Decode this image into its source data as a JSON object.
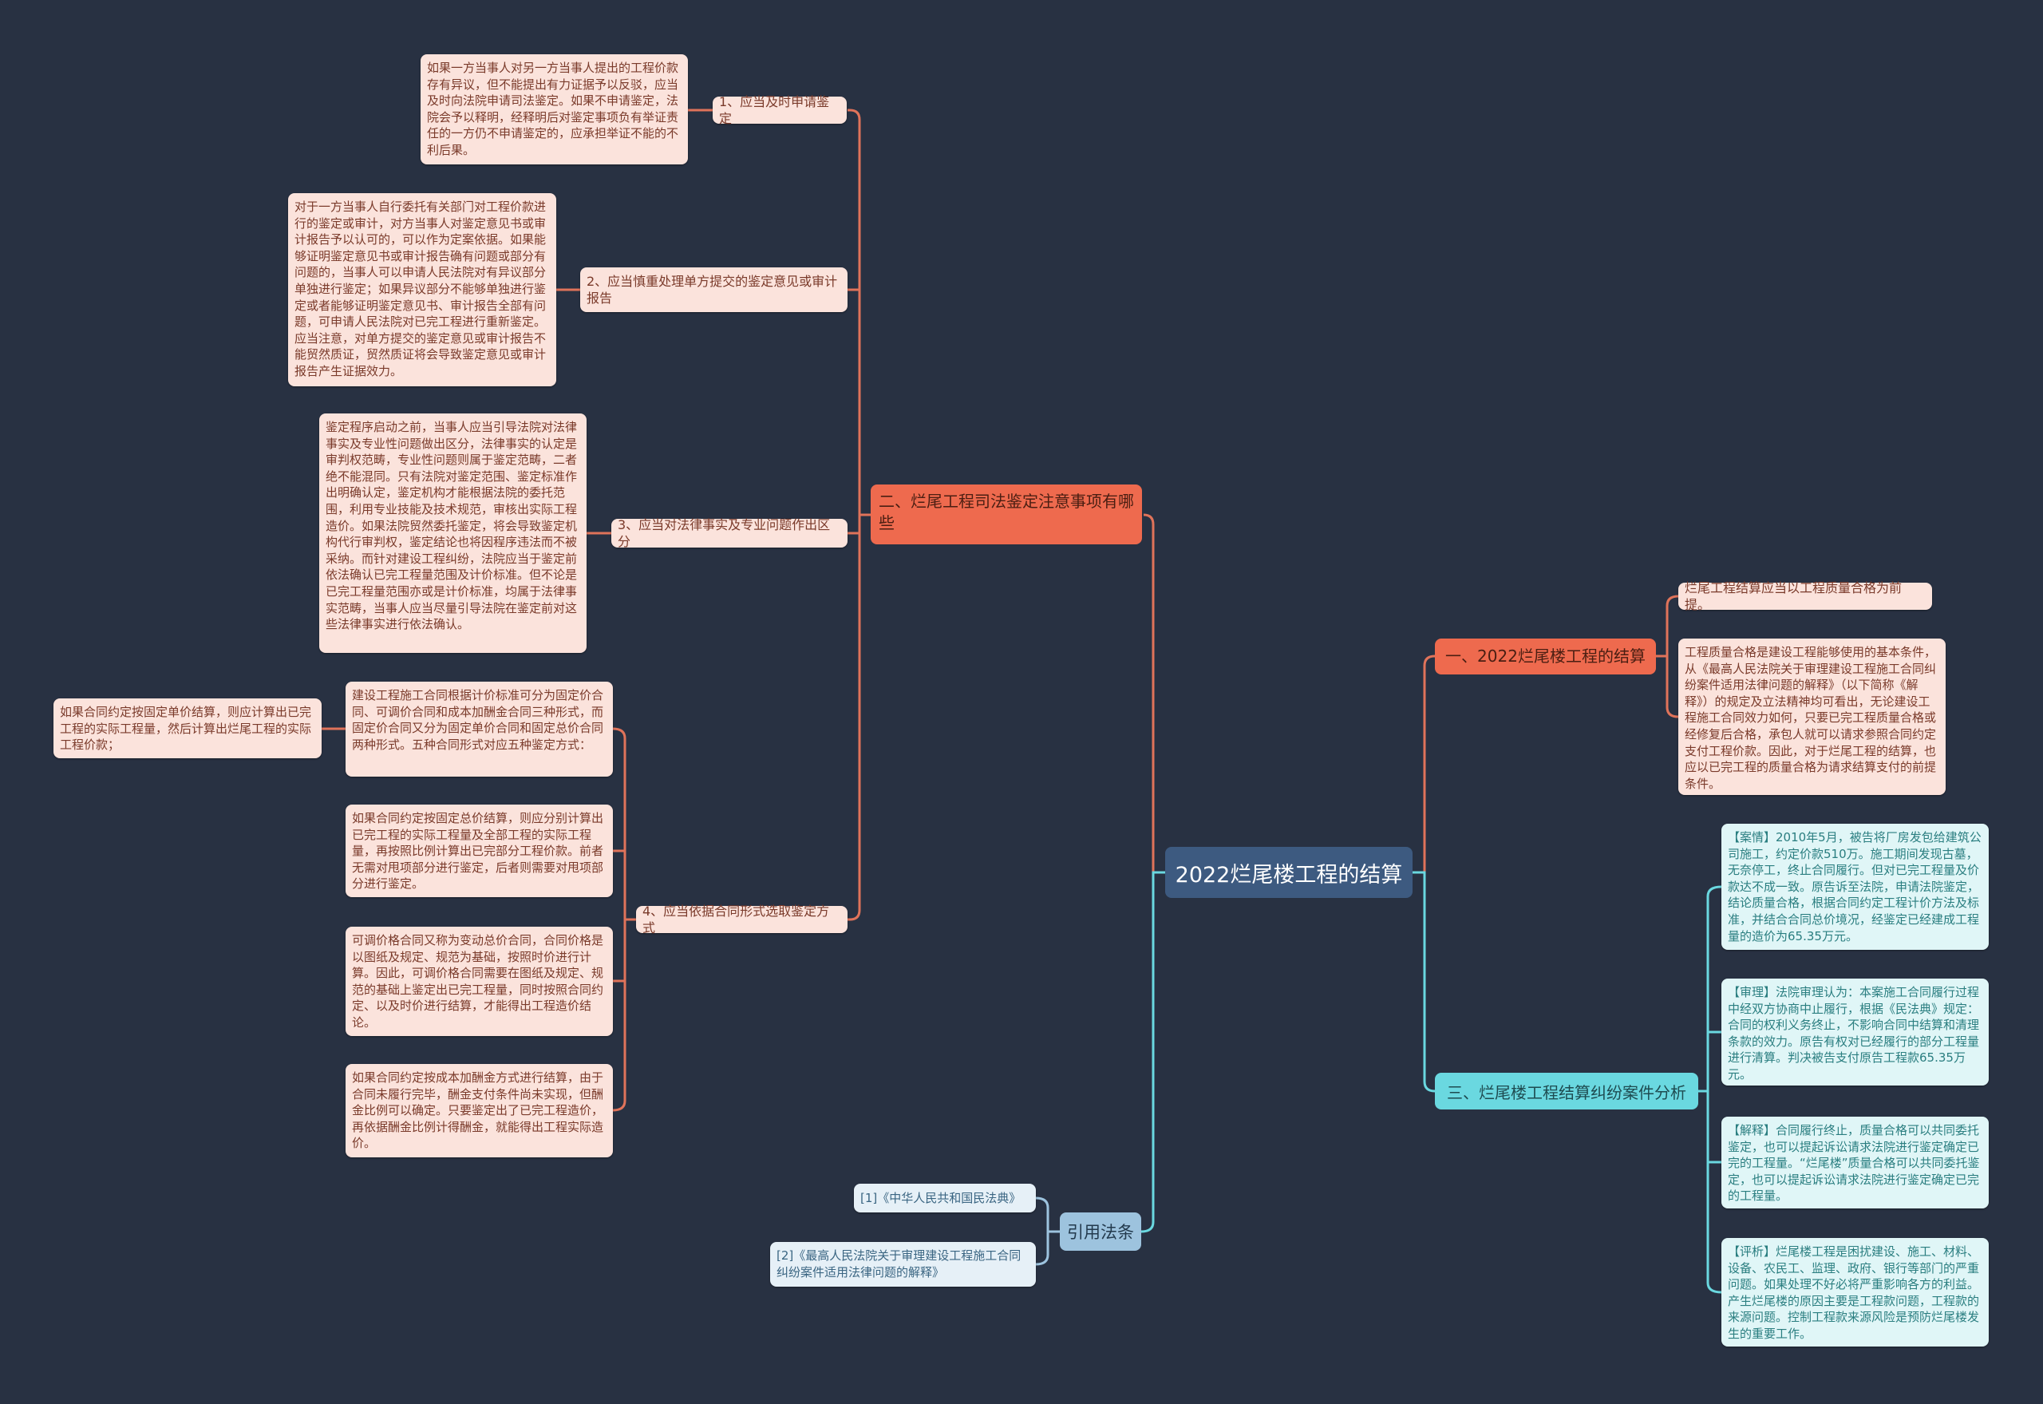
{
  "root": {
    "title": "2022烂尾楼工程的结算"
  },
  "branch_judicial": {
    "title": "二、烂尾工程司法鉴定注意事项有哪些",
    "items": [
      {
        "label": "1、应当及时申请鉴定",
        "detail": "如果一方当事人对另一方当事人提出的工程价款存有异议，但不能提出有力证据予以反驳，应当及时向法院申请司法鉴定。如果不申请鉴定，法院会予以释明，经释明后对鉴定事项负有举证责任的一方仍不申请鉴定的，应承担举证不能的不利后果。"
      },
      {
        "label": "2、应当慎重处理单方提交的鉴定意见或审计报告",
        "detail": "对于一方当事人自行委托有关部门对工程价款进行的鉴定或审计，对方当事人对鉴定意见书或审计报告予以认可的，可以作为定案依据。如果能够证明鉴定意见书或审计报告确有问题或部分有问题的，当事人可以申请人民法院对有异议部分单独进行鉴定；如果异议部分不能够单独进行鉴定或者能够证明鉴定意见书、审计报告全部有问题，可申请人民法院对已完工程进行重新鉴定。应当注意，对单方提交的鉴定意见或审计报告不能贸然质证，贸然质证将会导致鉴定意见或审计报告产生证据效力。"
      },
      {
        "label": "3、应当对法律事实及专业问题作出区分",
        "detail": "鉴定程序启动之前，当事人应当引导法院对法律事实及专业性问题做出区分，法律事实的认定是审判权范畴，专业性问题则属于鉴定范畴，二者绝不能混同。只有法院对鉴定范围、鉴定标准作出明确认定，鉴定机构才能根据法院的委托范围，利用专业技能及技术规范，审核出实际工程造价。如果法院贸然委托鉴定，将会导致鉴定机构代行审判权，鉴定结论也将因程序违法而不被采纳。而针对建设工程纠纷，法院应当于鉴定前依法确认已完工程量范围及计价标准。但不论是已完工程量范围亦或是计价标准，均属于法律事实范畴，当事人应当尽量引导法院在鉴定前对这些法律事实进行依法确认。"
      },
      {
        "label": "4、应当依据合同形式选取鉴定方式",
        "children": [
          {
            "text": "建设工程施工合同根据计价标准可分为固定价合同、可调价合同和成本加酬金合同三种形式，而固定价合同又分为固定单价合同和固定总价合同两种形式。五种合同形式对应五种鉴定方式：",
            "child": "如果合同约定按固定单价结算，则应计算出已完工程的实际工程量，然后计算出烂尾工程的实际工程价款；"
          },
          {
            "text": "如果合同约定按固定总价结算，则应分别计算出已完工程的实际工程量及全部工程的实际工程量，再按照比例计算出已完部分工程价款。前者无需对甩项部分进行鉴定，后者则需要对甩项部分进行鉴定。"
          },
          {
            "text": "可调价格合同又称为变动总价合同，合同价格是以图纸及规定、规范为基础，按照时价进行计算。因此，可调价格合同需要在图纸及规定、规范的基础上鉴定出已完工程量，同时按照合同约定、以及时价进行结算，才能得出工程造价结论。"
          },
          {
            "text": "如果合同约定按成本加酬金方式进行结算，由于合同未履行完毕，酬金支付条件尚未实现，但酬金比例可以确定。只要鉴定出了已完工程造价，再依据酬金比例计得酬金，就能得出工程实际造价。"
          }
        ]
      }
    ]
  },
  "branch_settlement": {
    "title": "一、2022烂尾楼工程的结算",
    "items": [
      "烂尾工程结算应当以工程质量合格为前提。",
      "工程质量合格是建设工程能够使用的基本条件，从《最高人民法院关于审理建设工程施工合同纠纷案件适用法律问题的解释》（以下简称《解释》）的规定及立法精神均可看出，无论建设工程施工合同效力如何，只要已完工程质量合格或经修复后合格，承包人就可以请求参照合同约定支付工程价款。因此，对于烂尾工程的结算，也应以已完工程的质量合格为请求结算支付的前提条件。"
    ]
  },
  "branch_case": {
    "title": "三、烂尾楼工程结算纠纷案件分析",
    "items": [
      "【案情】2010年5月，被告将厂房发包给建筑公司施工，约定价款510万。施工期间发现古墓，无奈停工，终止合同履行。但对已完工程量及价款达不成一致。原告诉至法院，申请法院鉴定，结论质量合格，根据合同约定工程计价方法及标准，并结合合同总价境况，经鉴定已经建成工程量的造价为65.35万元。",
      "【审理】法院审理认为：本案施工合同履行过程中经双方协商中止履行，根据《民法典》规定：合同的权利义务终止，不影响合同中结算和清理条款的效力。原告有权对已经履行的部分工程量进行清算。判决被告支付原告工程款65.35万元。",
      "【解释】合同履行终止，质量合格可以共同委托鉴定，也可以提起诉讼请求法院进行鉴定确定已完的工程量。“烂尾楼”质量合格可以共同委托鉴定，也可以提起诉讼请求法院进行鉴定确定已完的工程量。",
      "【评析】烂尾楼工程是困扰建设、施工、材料、设备、农民工、监理、政府、银行等部门的严重问题。如果处理不好必将严重影响各方的利益。产生烂尾楼的原因主要是工程款问题，工程款的来源问题。控制工程款来源风险是预防烂尾楼发生的重要工作。"
    ]
  },
  "branch_citations": {
    "title": "引用法条",
    "items": [
      "[1]《中华人民共和国民法典》",
      "[2]《最高人民法院关于审理建设工程施工合同纠纷案件适用法律问题的解释》"
    ]
  },
  "colors": {
    "background": "#283142",
    "root": "#3d5a80",
    "orange": "#ee6a4e",
    "cyan": "#6ad8e0",
    "blue": "#9dc3de",
    "leaf": "#fbe3dc"
  }
}
